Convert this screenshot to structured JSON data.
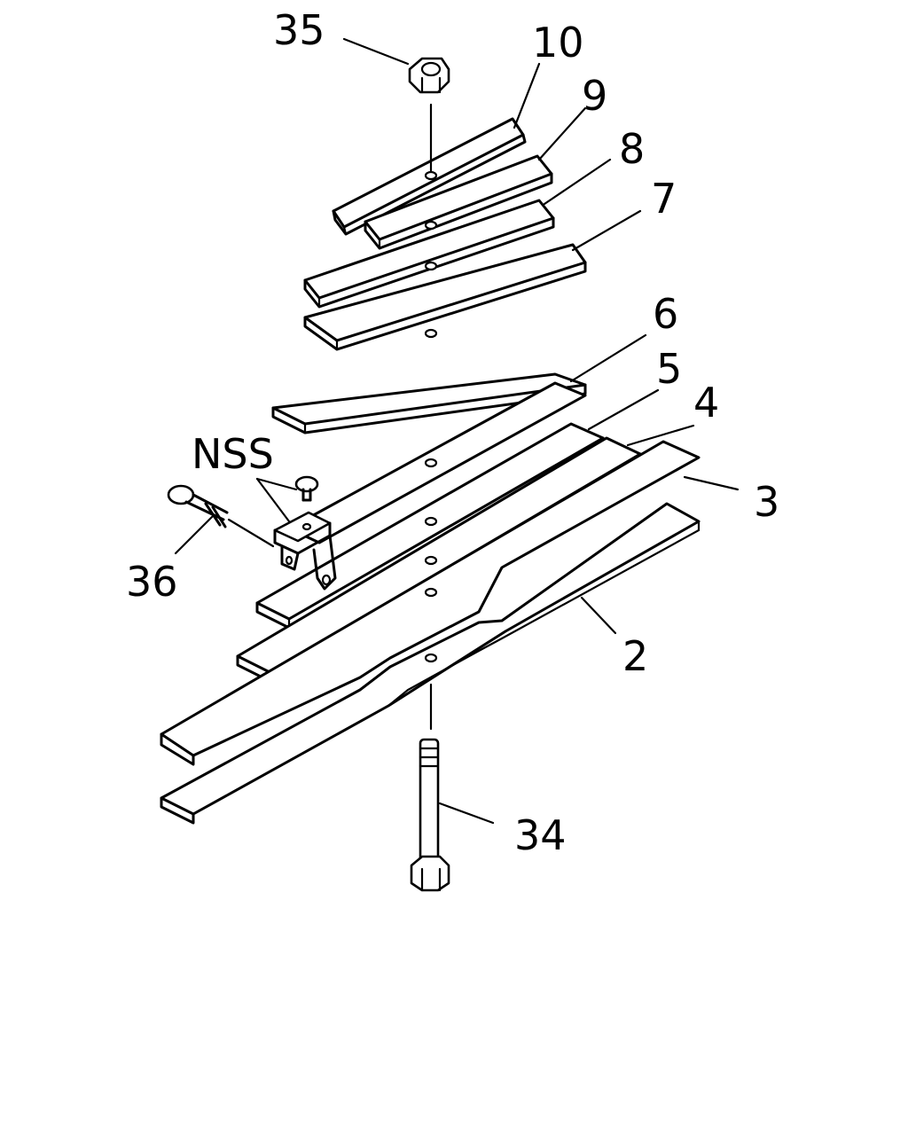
{
  "callouts": {
    "c35": "35",
    "c10": "10",
    "c9": "9",
    "c8": "8",
    "c7": "7",
    "c6": "6",
    "c5": "5",
    "c4": "4",
    "c3": "3",
    "c2": "2",
    "c34": "34",
    "c36": "36",
    "cNSS": "NSS"
  },
  "colors": {
    "line": "#000000",
    "background": "#ffffff"
  }
}
